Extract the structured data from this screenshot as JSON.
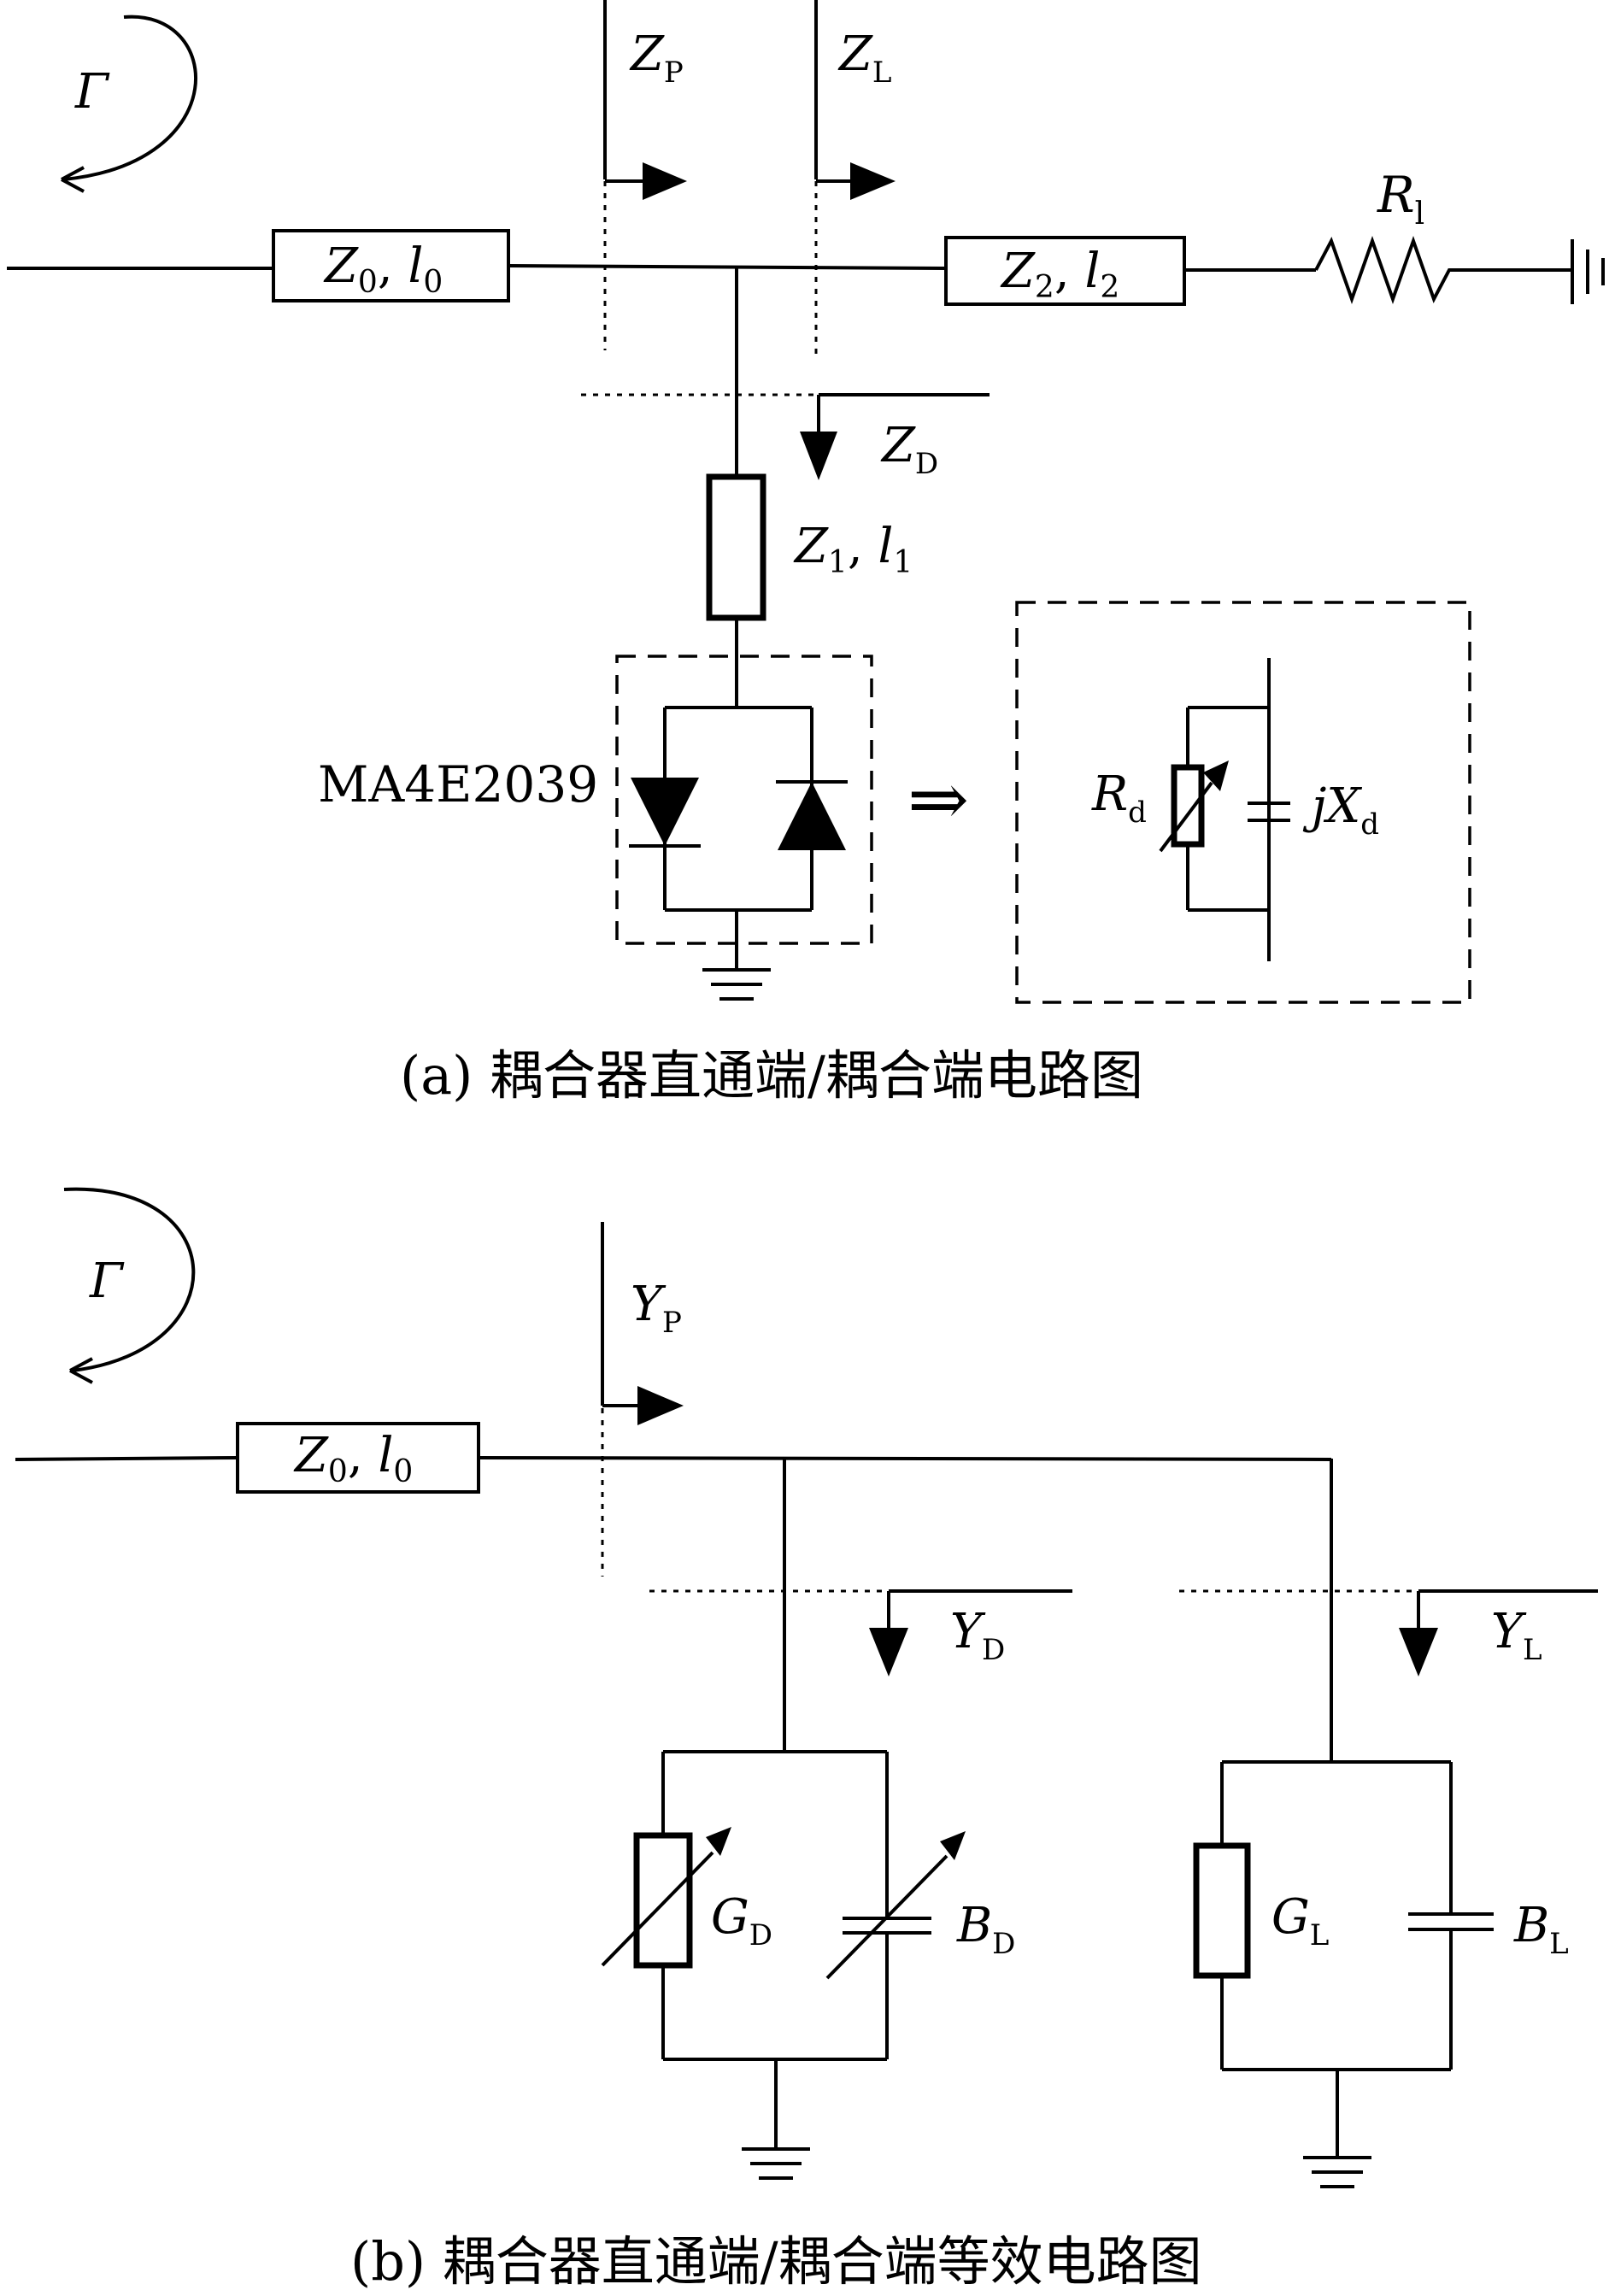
{
  "part_a": {
    "gamma": "Γ",
    "zp": {
      "main": "Z",
      "sub": "P"
    },
    "zl": {
      "main": "Z",
      "sub": "L"
    },
    "z0_box": {
      "z": "Z",
      "zsub": "0",
      "sep": ", ",
      "l": "l",
      "lsub": "0"
    },
    "z2_box": {
      "z": "Z",
      "zsub": "2",
      "sep": ", ",
      "l": "l",
      "lsub": "2"
    },
    "rl": {
      "main": "R",
      "sub": "l"
    },
    "zd": {
      "main": "Z",
      "sub": "D"
    },
    "z1": {
      "z": "Z",
      "zsub": "1",
      "sep": ", ",
      "l": "l",
      "lsub": "1"
    },
    "diode_part": "MA4E2039",
    "equiv_arrow": "⇒",
    "rd": {
      "main": "R",
      "sub": "d"
    },
    "jxd": {
      "main": "jX",
      "sub": "d"
    },
    "caption": "(a) 耦合器直通端/耦合端电路图"
  },
  "part_b": {
    "gamma": "Γ",
    "yp": {
      "main": "Y",
      "sub": "P"
    },
    "z0_box": {
      "z": "Z",
      "zsub": "0",
      "sep": ", ",
      "l": "l",
      "lsub": "0"
    },
    "yd": {
      "main": "Y",
      "sub": "D"
    },
    "yl": {
      "main": "Y",
      "sub": "L"
    },
    "gd": {
      "main": "G",
      "sub": "D"
    },
    "bd": {
      "main": "B",
      "sub": "D"
    },
    "gl": {
      "main": "G",
      "sub": "L"
    },
    "bl": {
      "main": "B",
      "sub": "L"
    },
    "caption": "(b) 耦合器直通端/耦合端等效电路图"
  }
}
